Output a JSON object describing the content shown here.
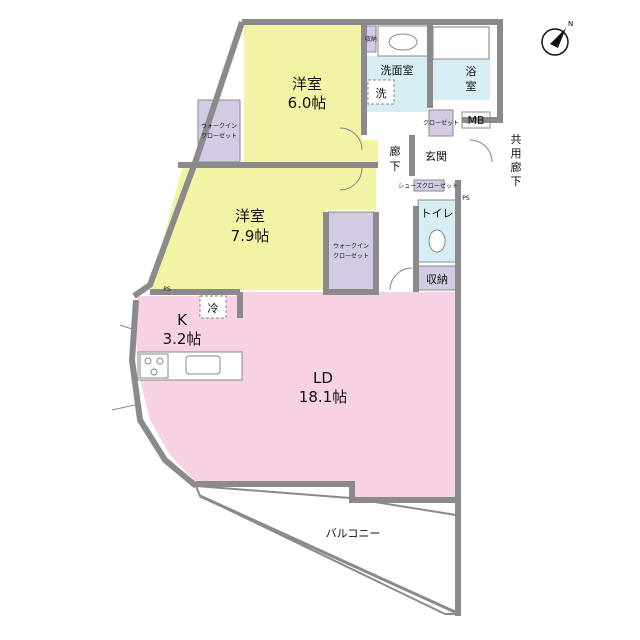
{
  "rooms": {
    "western1": {
      "name": "洋室",
      "size": "6.0帖"
    },
    "western2": {
      "name": "洋室",
      "size": "7.9帖"
    },
    "kitchen": {
      "name": "K",
      "size": "3.2帖"
    },
    "ld": {
      "name": "LD",
      "size": "18.1帖"
    },
    "washroom": "洗面室",
    "washer": "洗",
    "bath": "浴室",
    "entrance": "玄関",
    "hallway": [
      "廊",
      "下"
    ],
    "toilet": "トイレ",
    "storage": "収納",
    "storage_small": "収納",
    "closet": "クローゼット",
    "shoes_closet": "シューズクローゼット",
    "walkin1": [
      "ウォークイン",
      "クローゼット"
    ],
    "walkin2": [
      "ウォークイン",
      "クローゼット"
    ],
    "mb": "MB",
    "ps": "PS",
    "fridge": "冷",
    "balcony": "バルコニー",
    "common_corridor": [
      "共",
      "用",
      "廊",
      "下"
    ]
  },
  "colors": {
    "western": "#f3f3a6",
    "ld": "#f7d1e4",
    "wet": "#d6eef3",
    "closet": "#d3cbe3",
    "wall": "#8a8a8a"
  },
  "compass": {
    "icon": "north-arrow-icon",
    "label": "N"
  }
}
